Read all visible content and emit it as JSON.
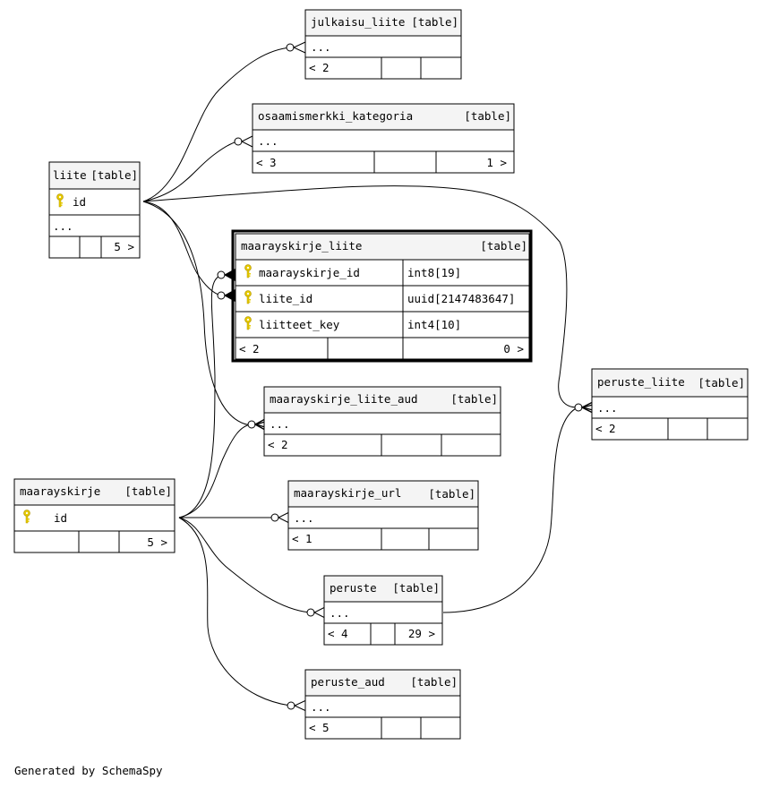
{
  "footer": "Generated by SchemaSpy",
  "key_color": "#e8cc00",
  "tables": {
    "julkaisu_liite": {
      "name": "julkaisu_liite",
      "type": "[table]",
      "row": "...",
      "left": "< 2",
      "right": ""
    },
    "osaamismerkki_kategoria": {
      "name": "osaamismerkki_kategoria",
      "type": "[table]",
      "row": "...",
      "left": "< 3",
      "right": "1 >"
    },
    "liite": {
      "name": "liite",
      "type": "[table]",
      "key": "id",
      "row": "...",
      "left": "",
      "right": "5 >"
    },
    "maarayskirje_liite": {
      "name": "maarayskirje_liite",
      "type": "[table]",
      "columns": [
        {
          "name": "maarayskirje_id",
          "type": "int8[19]"
        },
        {
          "name": "liite_id",
          "type": "uuid[2147483647]"
        },
        {
          "name": "liitteet_key",
          "type": "int4[10]"
        }
      ],
      "left": "< 2",
      "right": "0 >"
    },
    "maarayskirje_liite_aud": {
      "name": "maarayskirje_liite_aud",
      "type": "[table]",
      "row": "...",
      "left": "< 2",
      "right": ""
    },
    "peruste_liite": {
      "name": "peruste_liite",
      "type": "[table]",
      "row": "...",
      "left": "< 2",
      "right": ""
    },
    "maarayskirje": {
      "name": "maarayskirje",
      "type": "[table]",
      "key": "id",
      "left": "",
      "right": "5 >"
    },
    "maarayskirje_url": {
      "name": "maarayskirje_url",
      "type": "[table]",
      "row": "...",
      "left": "< 1",
      "right": ""
    },
    "peruste": {
      "name": "peruste",
      "type": "[table]",
      "row": "...",
      "left": "< 4",
      "right": "29 >"
    },
    "peruste_aud": {
      "name": "peruste_aud",
      "type": "[table]",
      "row": "...",
      "left": "< 5",
      "right": ""
    }
  }
}
